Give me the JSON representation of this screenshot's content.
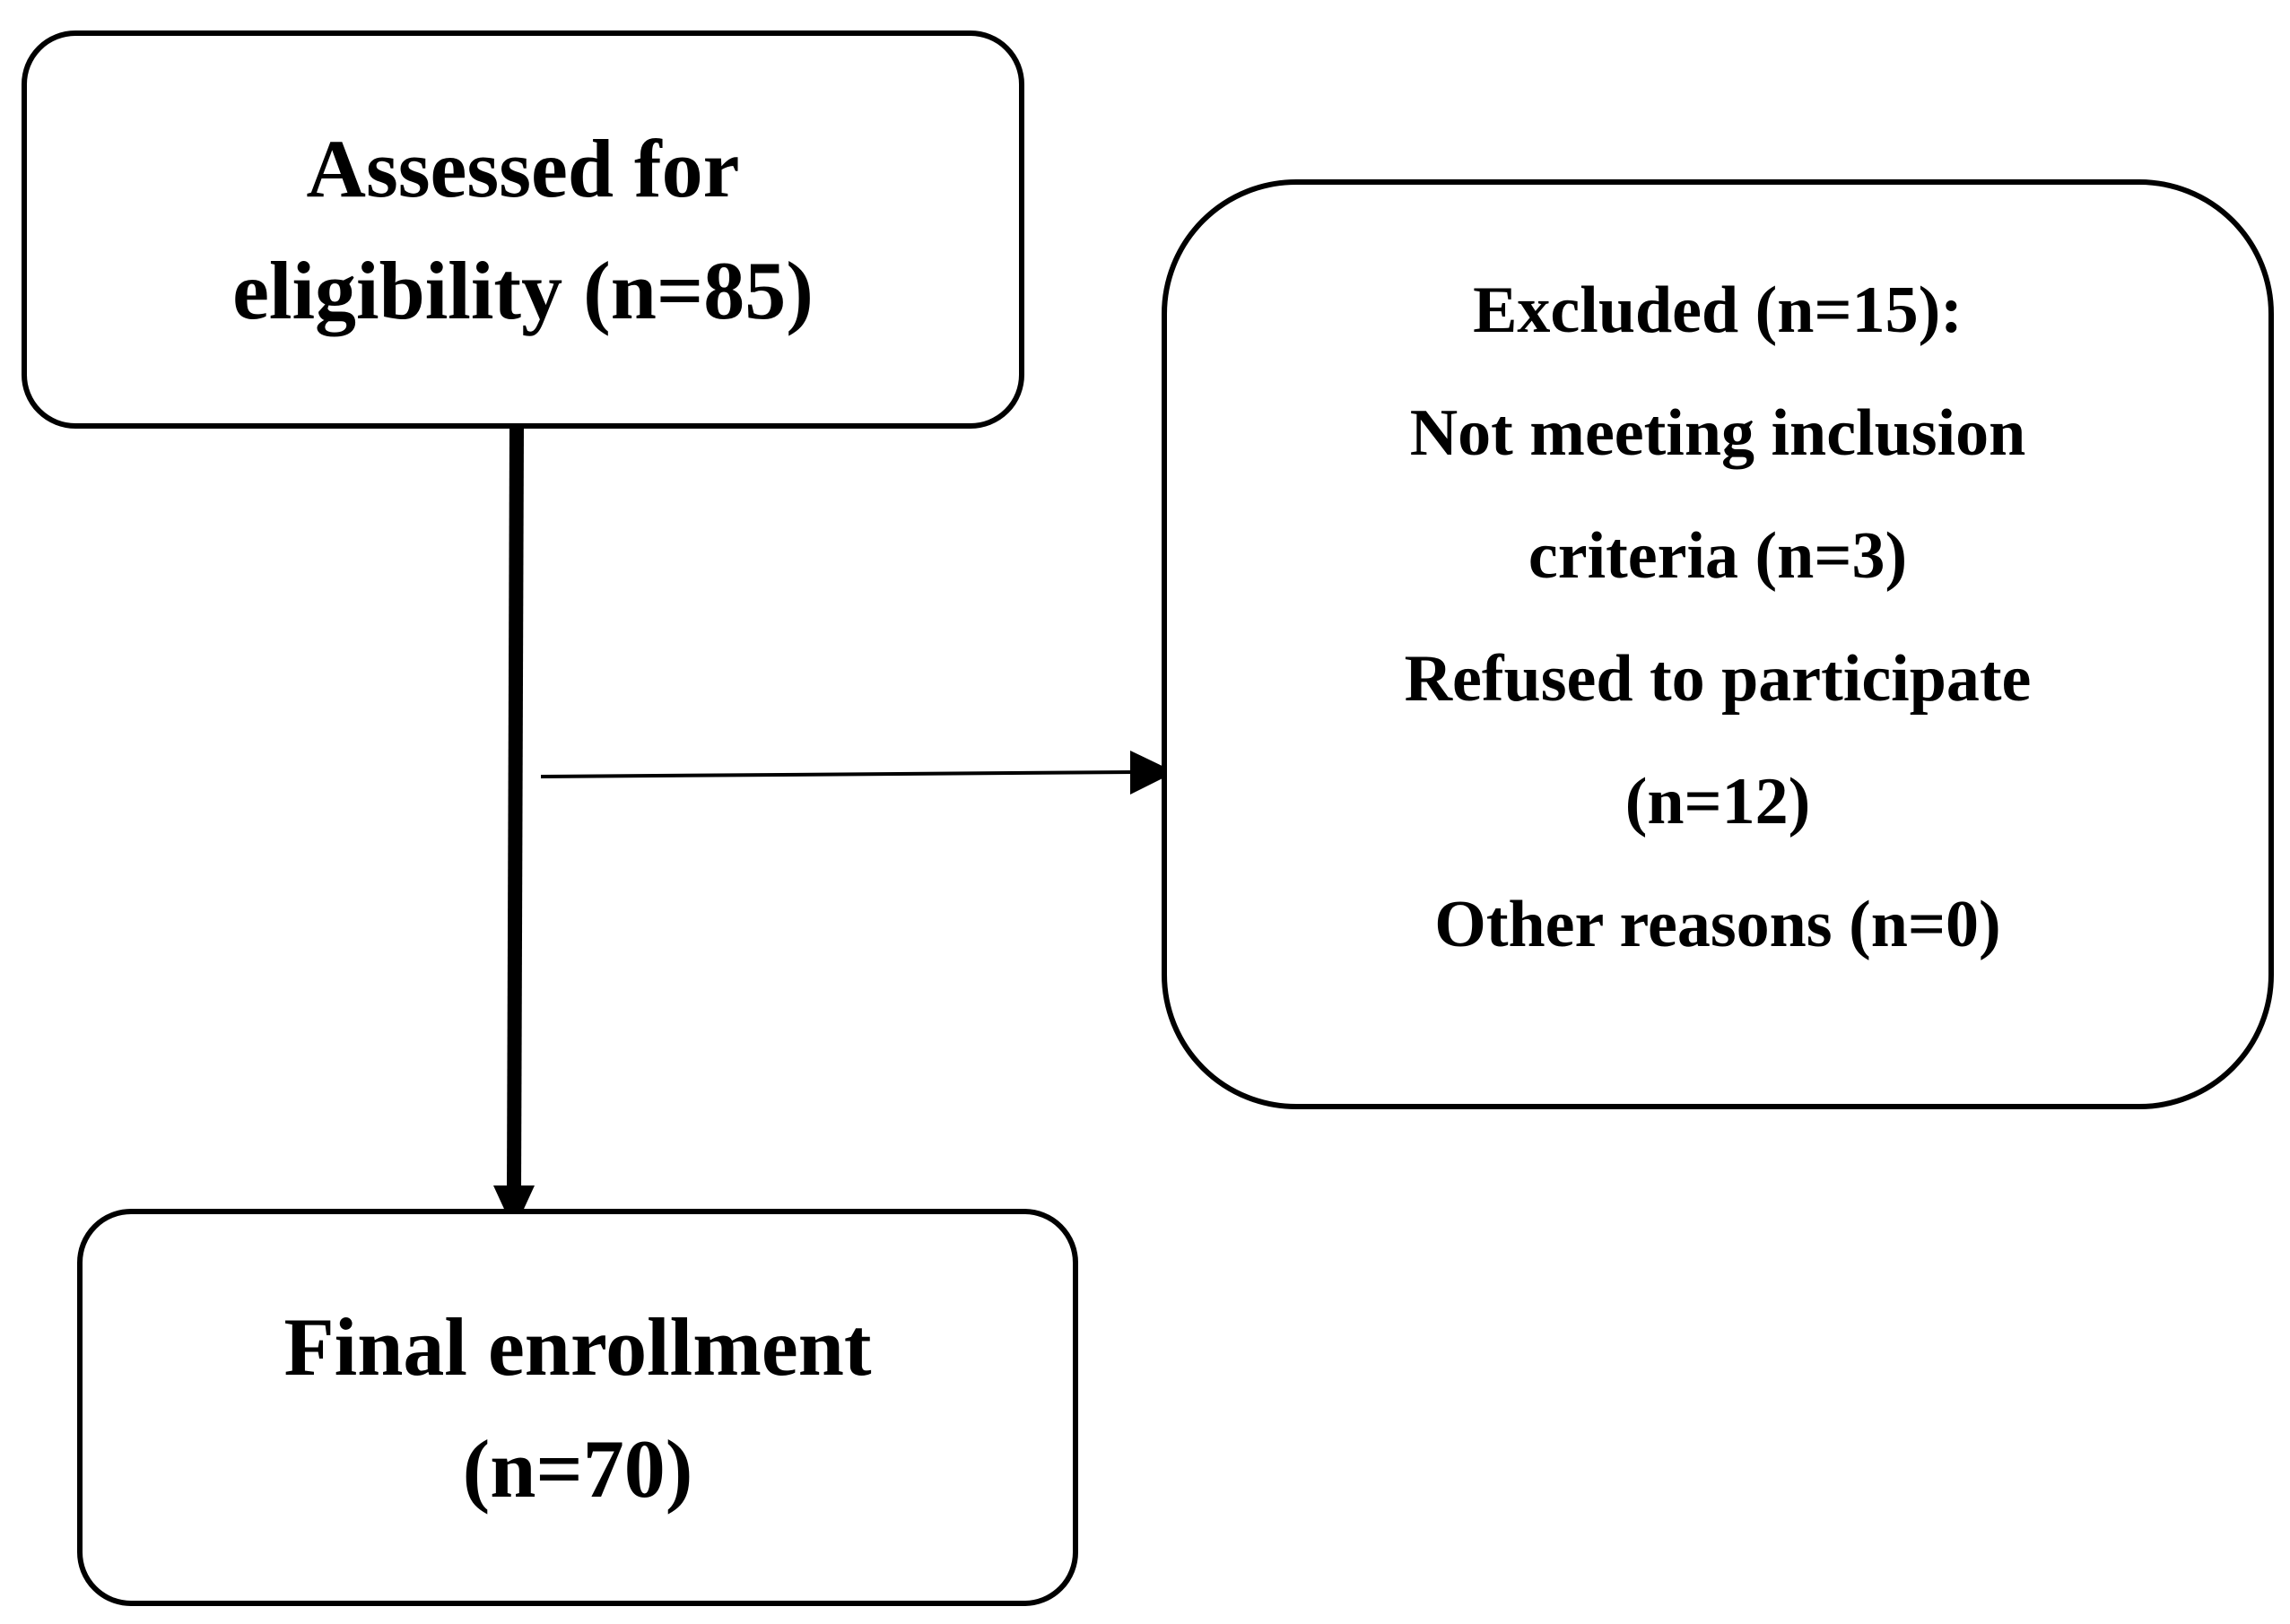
{
  "nodes": {
    "assessed": {
      "lines": [
        "Assessed for",
        "eligibility (n=85)"
      ]
    },
    "excluded": {
      "lines": [
        "Excluded (n=15):",
        "Not meeting inclusion",
        "criteria (n=3)",
        "Refused to participate",
        "(n=12)",
        "Other reasons (n=0)"
      ]
    },
    "final": {
      "lines": [
        "Final enrollment",
        "(n=70)"
      ]
    }
  },
  "edges": [
    {
      "from": "assessed",
      "to": "final",
      "style": "thick"
    },
    {
      "from": "assessed-final-path",
      "to": "excluded",
      "style": "thin"
    }
  ],
  "colors": {
    "stroke": "#000000",
    "background": "#ffffff"
  }
}
